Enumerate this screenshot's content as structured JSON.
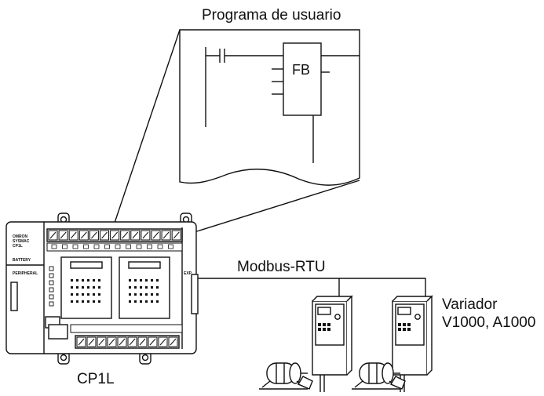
{
  "labels": {
    "program_title": "Programa de usuario",
    "function_block": "FB",
    "network": "Modbus-RTU",
    "inverter_title": "Variador",
    "inverter_models": "V1000, A1000",
    "plc_model": "CP1L"
  },
  "plc_panel_text": {
    "brand_lines": [
      "OMRON",
      "SYSMAC",
      "CP1L"
    ],
    "battery": "BATTERY",
    "peripheral": "PERIPHERAL",
    "exp": "EXP"
  },
  "colors": {
    "line": "#111111",
    "plc_body": "#ffffff",
    "terminal_fill": "#e6e6e6"
  }
}
